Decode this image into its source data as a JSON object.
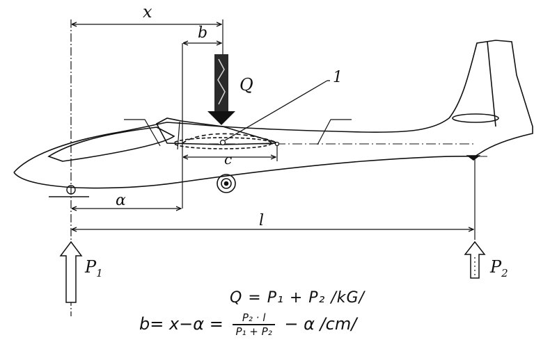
{
  "labels": {
    "x": "x",
    "b": "b",
    "Q": "Q",
    "one": "1",
    "c": "c",
    "a": "α",
    "l": "l",
    "P1": "P",
    "P1_sub": "1",
    "P2": "P",
    "P2_sub": "2"
  },
  "equations": {
    "eq1": "Q = P₁ + P₂    /kG/",
    "eq2_lhs": "b= x−α =",
    "eq2_num": "P₂ · l",
    "eq2_den": "P₁ + P₂",
    "eq2_rhs": "− α /cm/"
  }
}
